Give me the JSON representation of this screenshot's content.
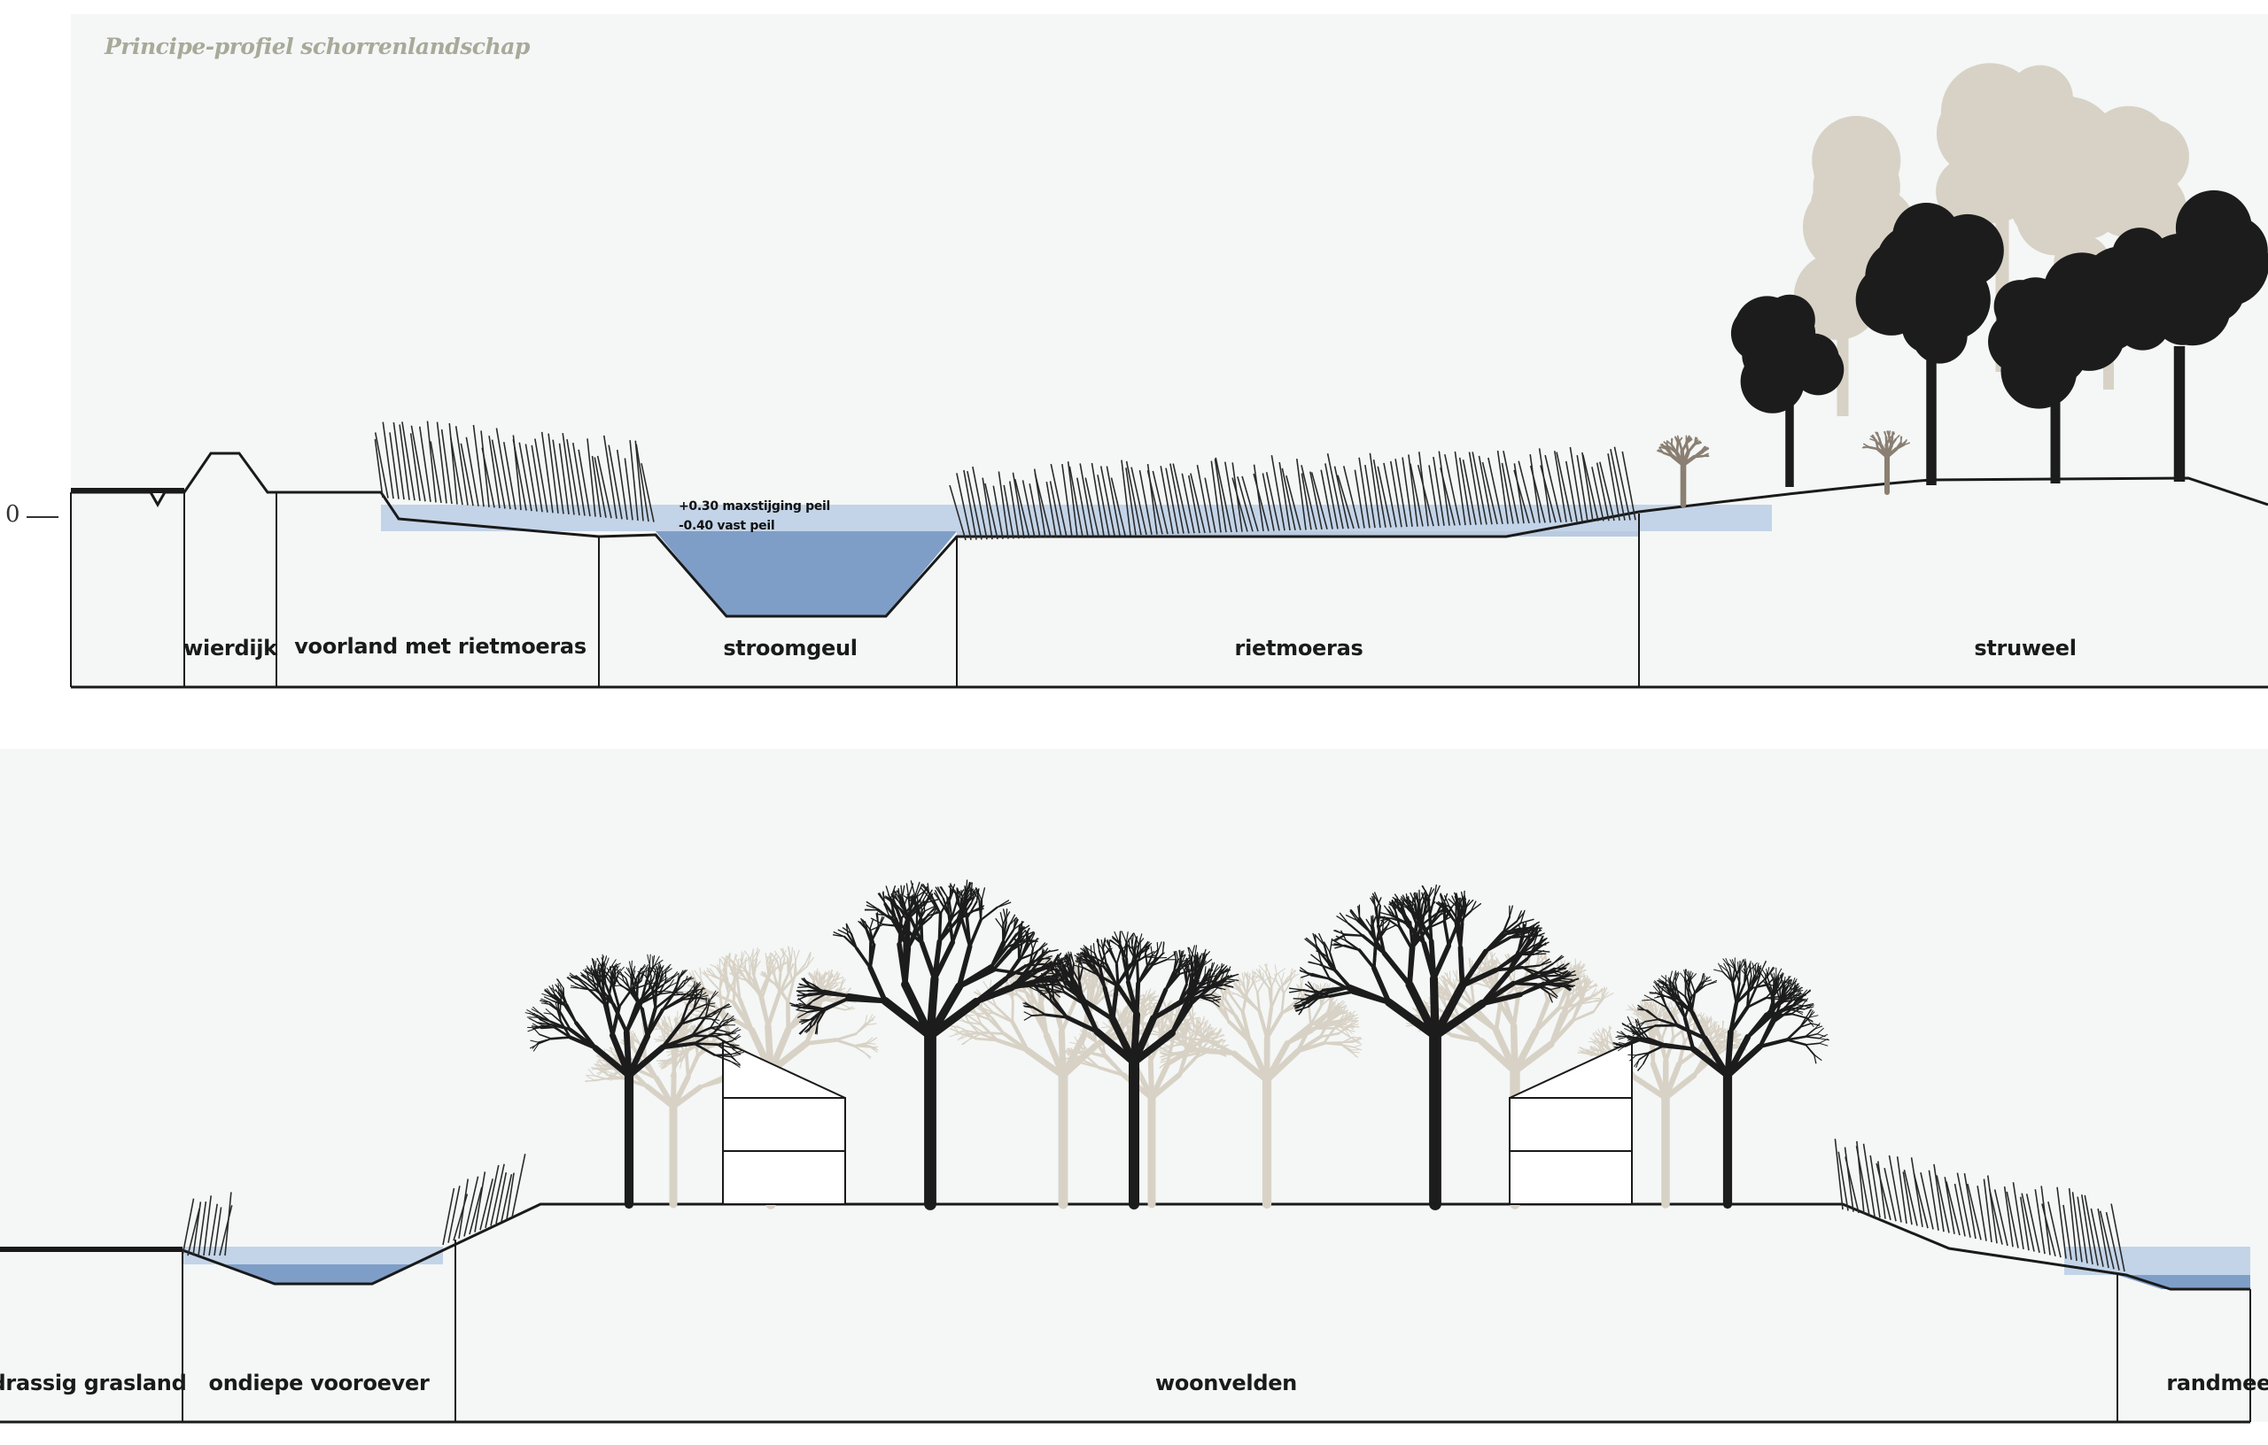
{
  "title": "Principe-profiel schorrenlandschap",
  "zero_marker": "0",
  "water_levels": {
    "max": "+0.30 maxstijging peil",
    "fixed": "-0.40 vast peil"
  },
  "profile_top": {
    "zones": [
      "wierdijk",
      "voorland met rietmoeras",
      "stroomgeul",
      "rietmoeras",
      "struweel"
    ]
  },
  "profile_bottom": {
    "zones": [
      "drassig grasland",
      "ondiepe vooroever",
      "woonvelden",
      "randmeer"
    ]
  },
  "colors": {
    "sky": "#f4f7f6",
    "water_light": "#c3d4e8",
    "water_deep": "#7f9ec7",
    "ink": "#1a1a1a",
    "tree_dark": "#1c1c1c",
    "tree_faded": "#d8d2c6"
  }
}
